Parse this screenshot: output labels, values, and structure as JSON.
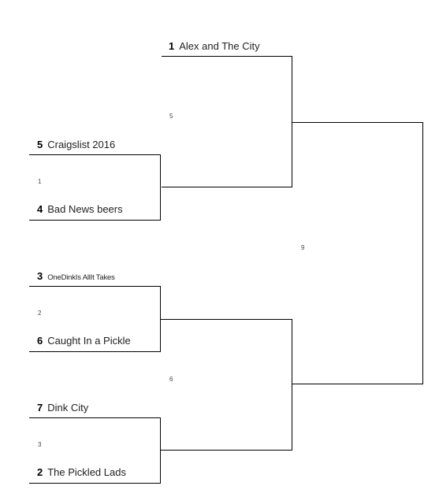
{
  "bracket": {
    "round1": [
      {
        "game": "1",
        "top": {
          "seed": "5",
          "name": "Craigslist 2016"
        },
        "bottom": {
          "seed": "4",
          "name": "Bad News beers"
        }
      },
      {
        "game": "2",
        "top": {
          "seed": "3",
          "name": "OneDinkIs AllIt Takes"
        },
        "bottom": {
          "seed": "6",
          "name": "Caught In a Pickle"
        }
      },
      {
        "game": "3",
        "top": {
          "seed": "7",
          "name": "Dink City"
        },
        "bottom": {
          "seed": "2",
          "name": "The Pickled Lads"
        }
      }
    ],
    "round2": [
      {
        "game": "5",
        "top": {
          "seed": "1",
          "name": "Alex and The City"
        }
      },
      {
        "game": "6"
      }
    ],
    "final": {
      "game": "9"
    }
  }
}
